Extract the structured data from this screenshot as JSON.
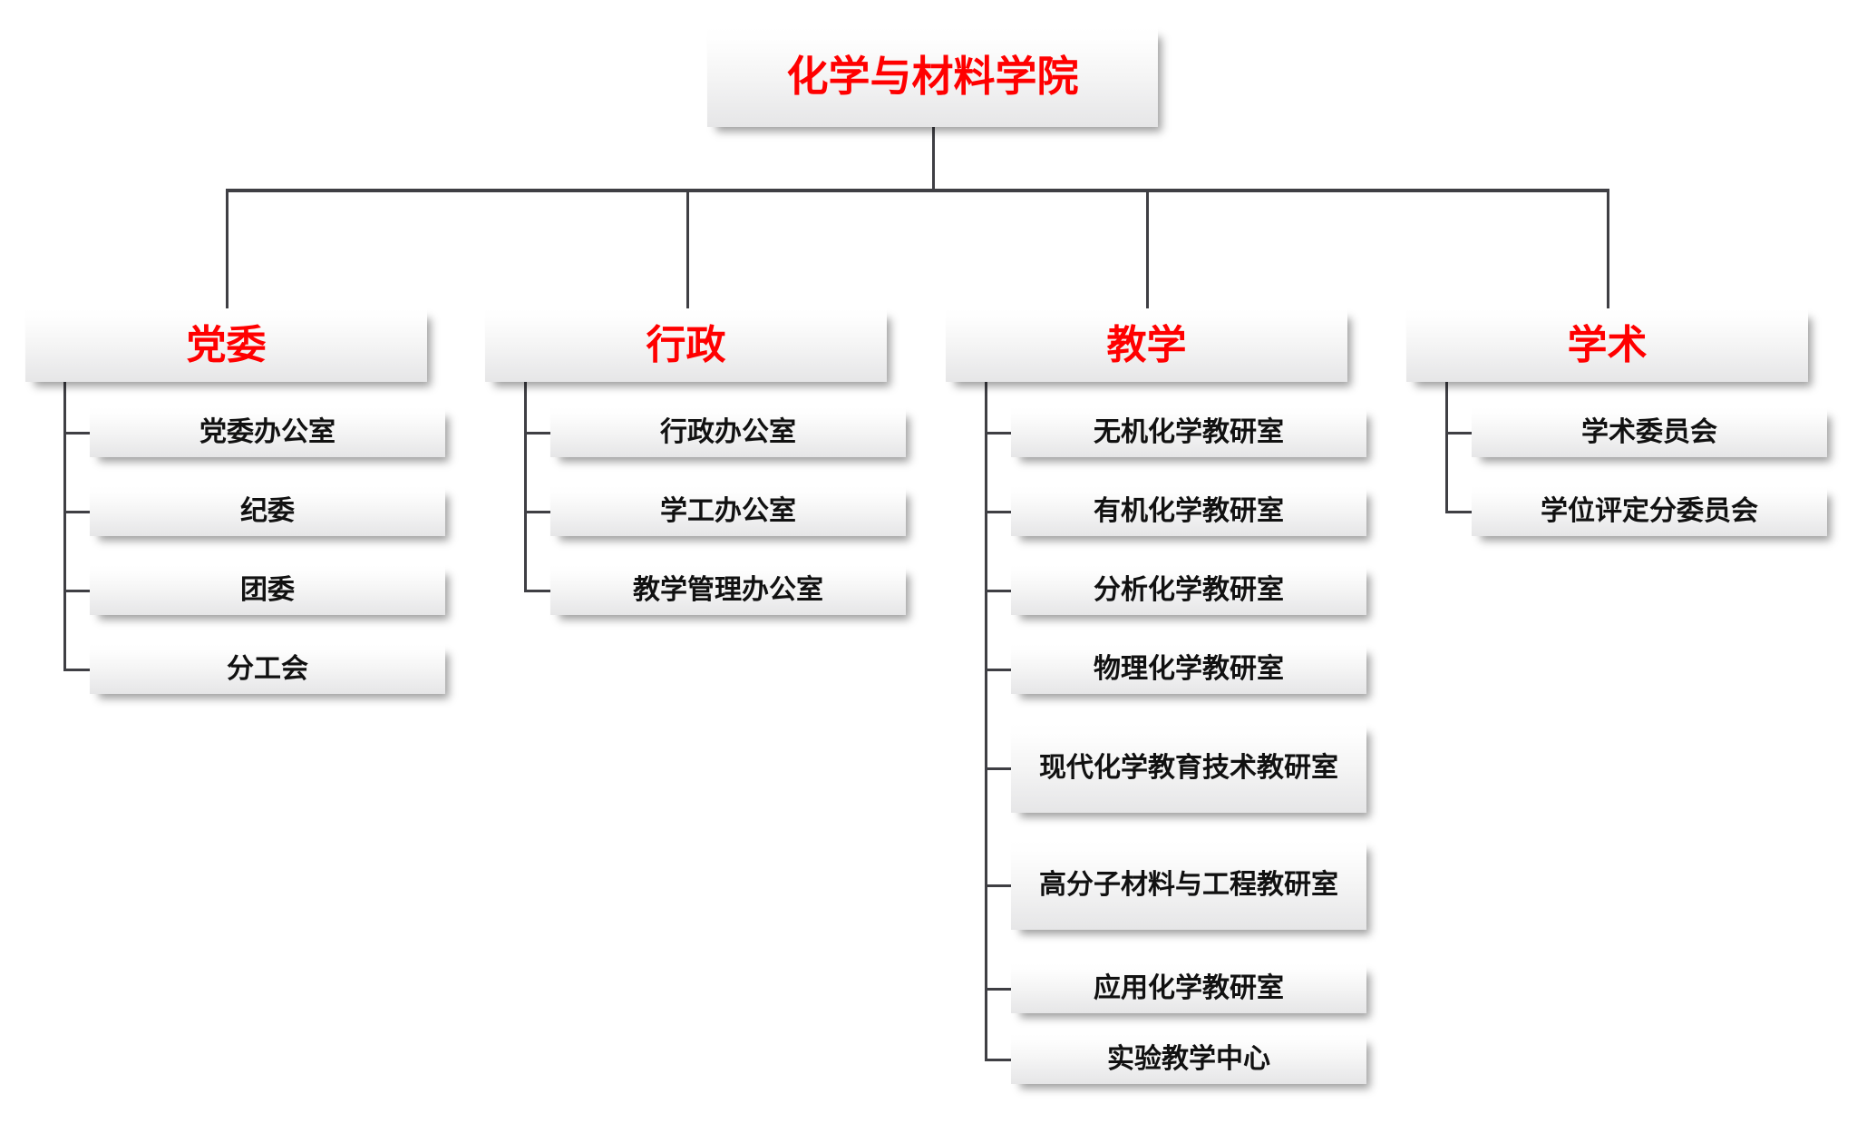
{
  "chart_data": {
    "type": "diagram",
    "diagram_type": "organizational-chart",
    "title": "化学与材料学院",
    "orientation": "top-down-then-left-bracket",
    "levels": 3,
    "total_nodes": 22
  },
  "colors": {
    "root_text": "#ff0000",
    "category_text": "#ff0000",
    "leaf_text": "#111111",
    "connector": "#3f3f44",
    "box_fill_top": "#ffffff",
    "box_fill_bottom": "#e6e6e7",
    "page_background": "#ffffff"
  },
  "root": {
    "label": "化学与材料学院"
  },
  "branches": [
    {
      "id": "party",
      "label": "党委",
      "children": [
        {
          "label": "党委办公室"
        },
        {
          "label": "纪委"
        },
        {
          "label": "团委"
        },
        {
          "label": "分工会"
        }
      ]
    },
    {
      "id": "admin",
      "label": "行政",
      "children": [
        {
          "label": "行政办公室"
        },
        {
          "label": "学工办公室"
        },
        {
          "label": "教学管理办公室"
        }
      ]
    },
    {
      "id": "teaching",
      "label": "教学",
      "children": [
        {
          "label": "无机化学教研室"
        },
        {
          "label": "有机化学教研室"
        },
        {
          "label": "分析化学教研室"
        },
        {
          "label": "物理化学教研室"
        },
        {
          "label": "现代化学教育技术教研室"
        },
        {
          "label": "高分子材料与工程教研室"
        },
        {
          "label": "应用化学教研室"
        },
        {
          "label": "实验教学中心"
        }
      ]
    },
    {
      "id": "academic",
      "label": "学术",
      "children": [
        {
          "label": "学术委员会"
        },
        {
          "label": "学位评定分委员会"
        }
      ]
    }
  ]
}
